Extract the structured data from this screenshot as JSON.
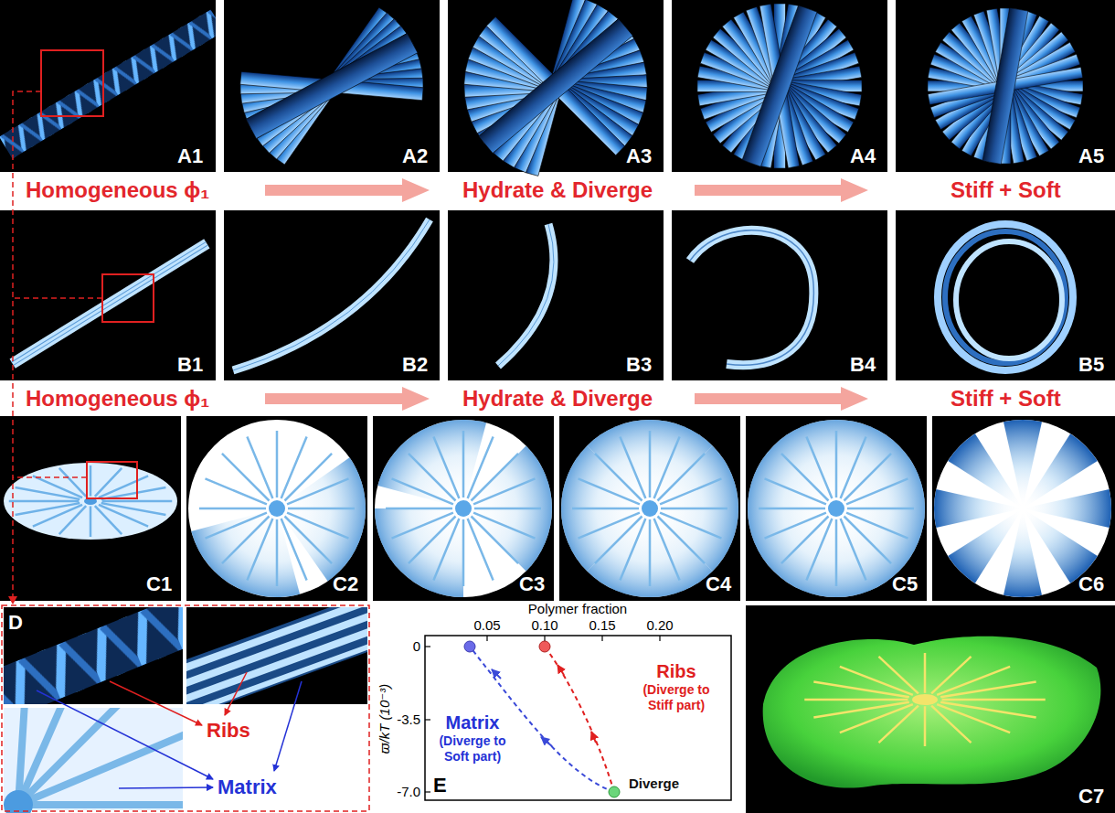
{
  "diagram": {
    "labels": [
      "A1",
      "A2",
      "A3",
      "A4",
      "A5",
      "Homogeneous ϕ₁",
      "Hydrate & Diverge",
      "Stiff + Soft",
      "B1",
      "B2",
      "B3",
      "B4",
      "B5",
      "Homogeneous ϕ₁",
      "Hydrate & Diverge",
      "Stiff + Soft",
      "C1",
      "C2",
      "C3",
      "C4",
      "C5",
      "C6",
      "D",
      "Ribs",
      "Matrix",
      "E",
      "Polymer fraction",
      "0.05",
      "0.10",
      "0.15",
      "0.20",
      "0",
      "-3.5",
      "-7.0",
      "ϖ/kT (10⁻³)",
      "Ribs",
      "(Diverge to Stiff part)",
      "Matrix",
      "(Diverge to Soft part)",
      "Diverge",
      "C7"
    ]
  }
}
